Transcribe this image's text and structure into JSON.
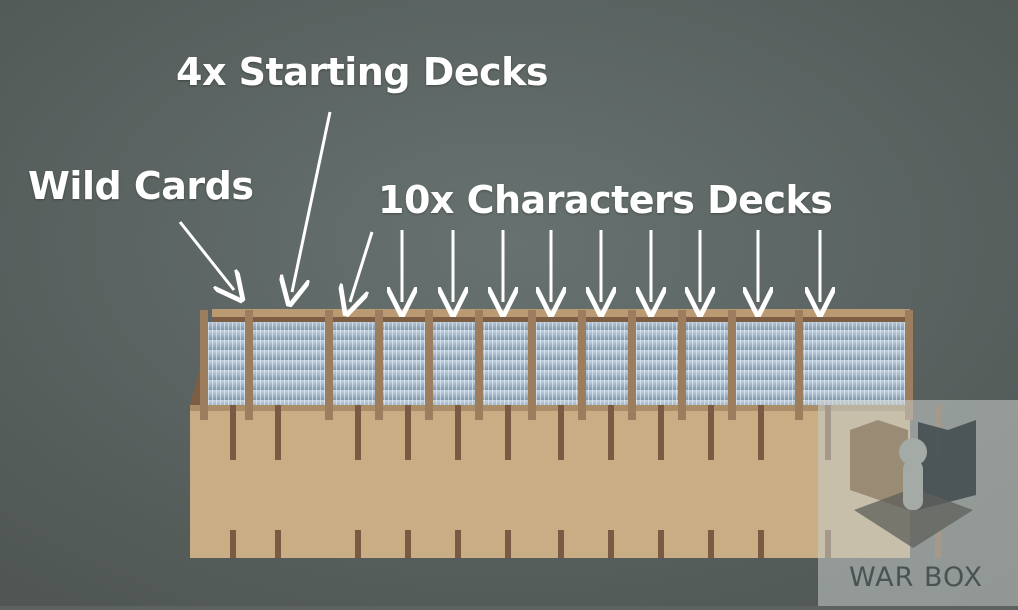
{
  "annotations": {
    "wild_cards": "Wild Cards",
    "starting_decks": "4x Starting Decks",
    "character_decks": "10x Characters Decks"
  },
  "watermark": {
    "brand": "WAR BOX"
  },
  "colors": {
    "background": "#5b625f",
    "mdf": "#c8ad85",
    "cards": "#9fb6c9",
    "arrow": "#ffffff"
  }
}
